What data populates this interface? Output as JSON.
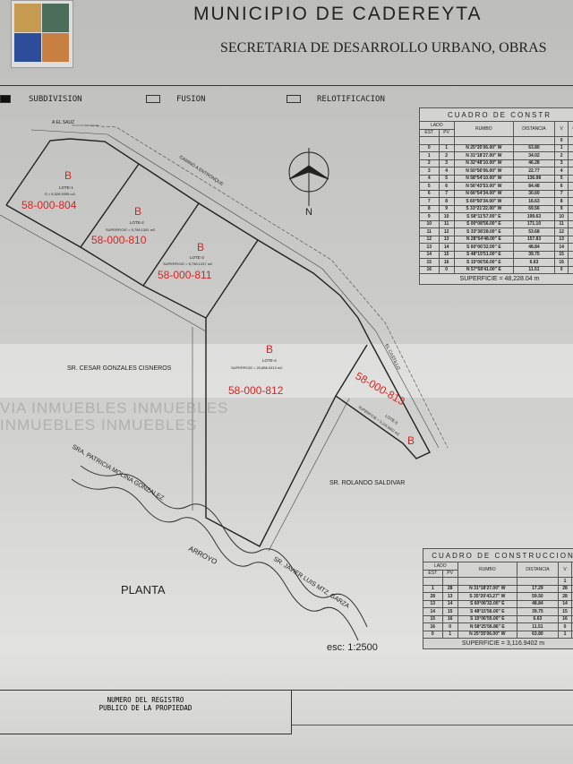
{
  "header": {
    "title": "MUNICIPIO DE CADEREYTA",
    "subtitle": "SECRETARIA DE DESARROLLO URBANO, OBRAS"
  },
  "legend": {
    "subdivision": "SUBDIVISION",
    "fusion": "FUSION",
    "relotificacion": "RELOTIFICACION"
  },
  "table_main": {
    "title": "CUADRO DE CONSTR",
    "h_lado": "LADO",
    "h_est": "EST",
    "h_pv": "PV",
    "h_rumbo": "RUMBO",
    "h_dist": "DISTANCIA",
    "h_v": "V",
    "h_c": "C",
    "rows": [
      [
        "",
        "",
        "",
        "",
        "0"
      ],
      [
        "0",
        "1",
        "N 25°35'06.00\" W",
        "63.80",
        "1"
      ],
      [
        "1",
        "2",
        "N 31°18'27.00\" W",
        "34.02",
        "2"
      ],
      [
        "2",
        "3",
        "N 32°48'10.00\" W",
        "46.28",
        "3"
      ],
      [
        "3",
        "4",
        "N 50°56'06.00\" W",
        "22.77",
        "4"
      ],
      [
        "4",
        "5",
        "N 58°54'10.00\" W",
        "136.98",
        "5"
      ],
      [
        "5",
        "6",
        "N 56°43'53.00\" W",
        "84.48",
        "6"
      ],
      [
        "6",
        "7",
        "N 66°54'34.00\" W",
        "30.60",
        "7"
      ],
      [
        "7",
        "8",
        "S 60°50'34.00\" W",
        "16.63",
        "8"
      ],
      [
        "8",
        "9",
        "S 33°21'22.00\" W",
        "69.56",
        "9"
      ],
      [
        "9",
        "10",
        "S 58°11'57.00\" E",
        "199.63",
        "10"
      ],
      [
        "10",
        "11",
        "S 00°08'56.00\" E",
        "171.10",
        "11"
      ],
      [
        "11",
        "12",
        "S 33°38'28.00\" E",
        "53.68",
        "12"
      ],
      [
        "12",
        "13",
        "N 28°54'48.00\" E",
        "157.83",
        "13"
      ],
      [
        "13",
        "14",
        "S 60°06'32.00\" E",
        "48.84",
        "14"
      ],
      [
        "14",
        "15",
        "S 48°15'51.00\" E",
        "39.75",
        "15"
      ],
      [
        "15",
        "16",
        "S 15°06'56.00\" E",
        "6.63",
        "16"
      ],
      [
        "16",
        "0",
        "N 57°58'41.00\" E",
        "11.51",
        "0"
      ]
    ],
    "superficie": "SUPERFICIE = 48,228.04 m"
  },
  "table_lot5": {
    "title": "CUADRO DE CONSTRUCCION",
    "h_lado": "LADO",
    "h_est": "EST",
    "h_pv": "PV",
    "h_rumbo": "RUMBO",
    "h_dist": "DISTANCIA",
    "h_v": "V",
    "h_c": "C",
    "rows": [
      [
        "",
        "",
        "",
        "",
        "1"
      ],
      [
        "1",
        "28",
        "N 31°18'27.00\" W",
        "17.29",
        "28"
      ],
      [
        "28",
        "13",
        "S 35°20'43.27\" W",
        "59.50",
        "28"
      ],
      [
        "13",
        "14",
        "S 60°06'32.00\" E",
        "48.84",
        "14"
      ],
      [
        "14",
        "15",
        "S 48°15'56.00\" E",
        "39.75",
        "15"
      ],
      [
        "15",
        "16",
        "S 15°06'55.00\" E",
        "6.63",
        "16"
      ],
      [
        "16",
        "0",
        "N 58°25'56.86\" E",
        "11.51",
        "0"
      ],
      [
        "0",
        "1",
        "N 25°35'06.00\" W",
        "63.80",
        "1"
      ]
    ],
    "superficie": "SUPERFICIE = 3,116.9402 m"
  },
  "plan": {
    "roads": {
      "el_sauz": "A EL SAUZ",
      "camino": "CAMINO A ENTRONQUE",
      "castillo": "EL CASTILLO",
      "arroyo": "ARROYO"
    },
    "neighbors": {
      "cesar": "SR. CESAR GONZALES CISNEROS",
      "patricia": "SRA. PATRICIA MOLINA GONZALEZ",
      "javier": "SR. JAVIER LUIS MTZ. GARZA",
      "rolando": "SR. ROLANDO SALDIVAR"
    },
    "north": "N",
    "planta": "PLANTA",
    "scale": "esc: 1:2500",
    "lots": [
      {
        "name": "LOTE-1",
        "area": "S = 8,528.5305 m2",
        "mark": "B",
        "cadastral": "58-000-804"
      },
      {
        "name": "LOTE-2",
        "area": "SUPERFICIE = 5,798.1281 m2",
        "mark": "B",
        "cadastral": "58-000-810"
      },
      {
        "name": "LOTE-3",
        "area": "SUPERFICIE = 5,798.1247 m2",
        "mark": "B",
        "cadastral": "58-000-811"
      },
      {
        "name": "LOTE-4",
        "area": "SUPERFICIE = 20,886.0313 m2",
        "mark": "B",
        "cadastral": "58-000-812"
      },
      {
        "name": "LOTE-5",
        "area": "SUPERFICIE = 3,116.9402 m2",
        "mark": "B",
        "cadastral": "58-000-813"
      }
    ]
  },
  "footer": {
    "registro": "NUMERO DEL REGISTRO",
    "registro2": "PUBLICO DE LA PROPIEDAD"
  },
  "watermark": "VIA INMUEBLES INMUEBLES INMUEBLES INMUEBLES"
}
